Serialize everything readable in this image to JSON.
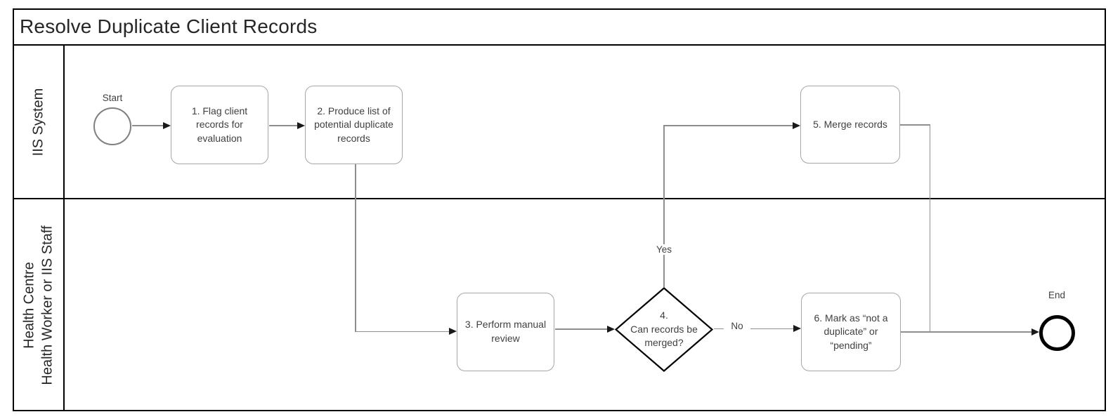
{
  "title": "Resolve Duplicate Client Records",
  "lanes": {
    "lane1": {
      "label": "IIS System"
    },
    "lane2": {
      "label_line1": "Health Centre",
      "label_line2": "Health Worker or IIS Staff"
    }
  },
  "nodes": {
    "start": {
      "label": "Start"
    },
    "task1": {
      "label": "1. Flag client records for evaluation"
    },
    "task2": {
      "label": "2. Produce list of potential duplicate records"
    },
    "task3": {
      "label": "3. Perform manual review"
    },
    "decision4": {
      "number": "4.",
      "question": "Can records be merged?"
    },
    "task5": {
      "label": "5. Merge records"
    },
    "task6": {
      "label": "6. Mark as “not a duplicate” or “pending”"
    },
    "end": {
      "label": "End"
    }
  },
  "edge_labels": {
    "yes": "Yes",
    "no": "No"
  },
  "colors": {
    "frame_border": "#000000",
    "task_border": "#a6a6a6",
    "decision_border": "#000000",
    "connector": "#8f8f8f",
    "arrowhead": "#1a1a1a",
    "text": "#404040",
    "background": "#ffffff"
  }
}
